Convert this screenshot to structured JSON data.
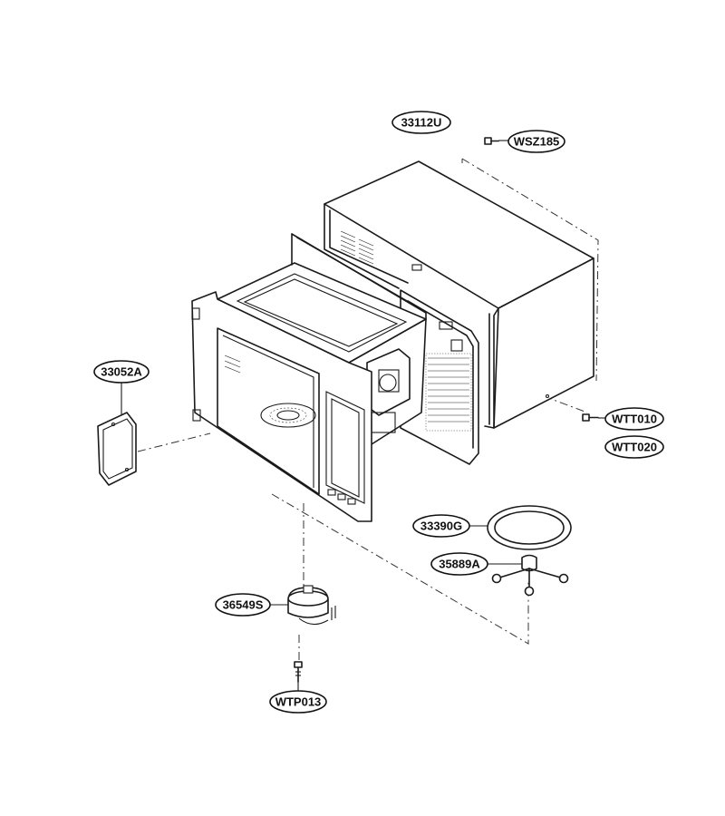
{
  "labels": {
    "outer_case": "33112U",
    "case_screw": "WSZ185",
    "rear_screw_a": "WTT010",
    "rear_screw_b": "WTT020",
    "waveguide_cover": "33052A",
    "glass_tray": "33390G",
    "roller_guide": "35889A",
    "turntable_motor": "36549S",
    "motor_screw": "WTP013"
  }
}
